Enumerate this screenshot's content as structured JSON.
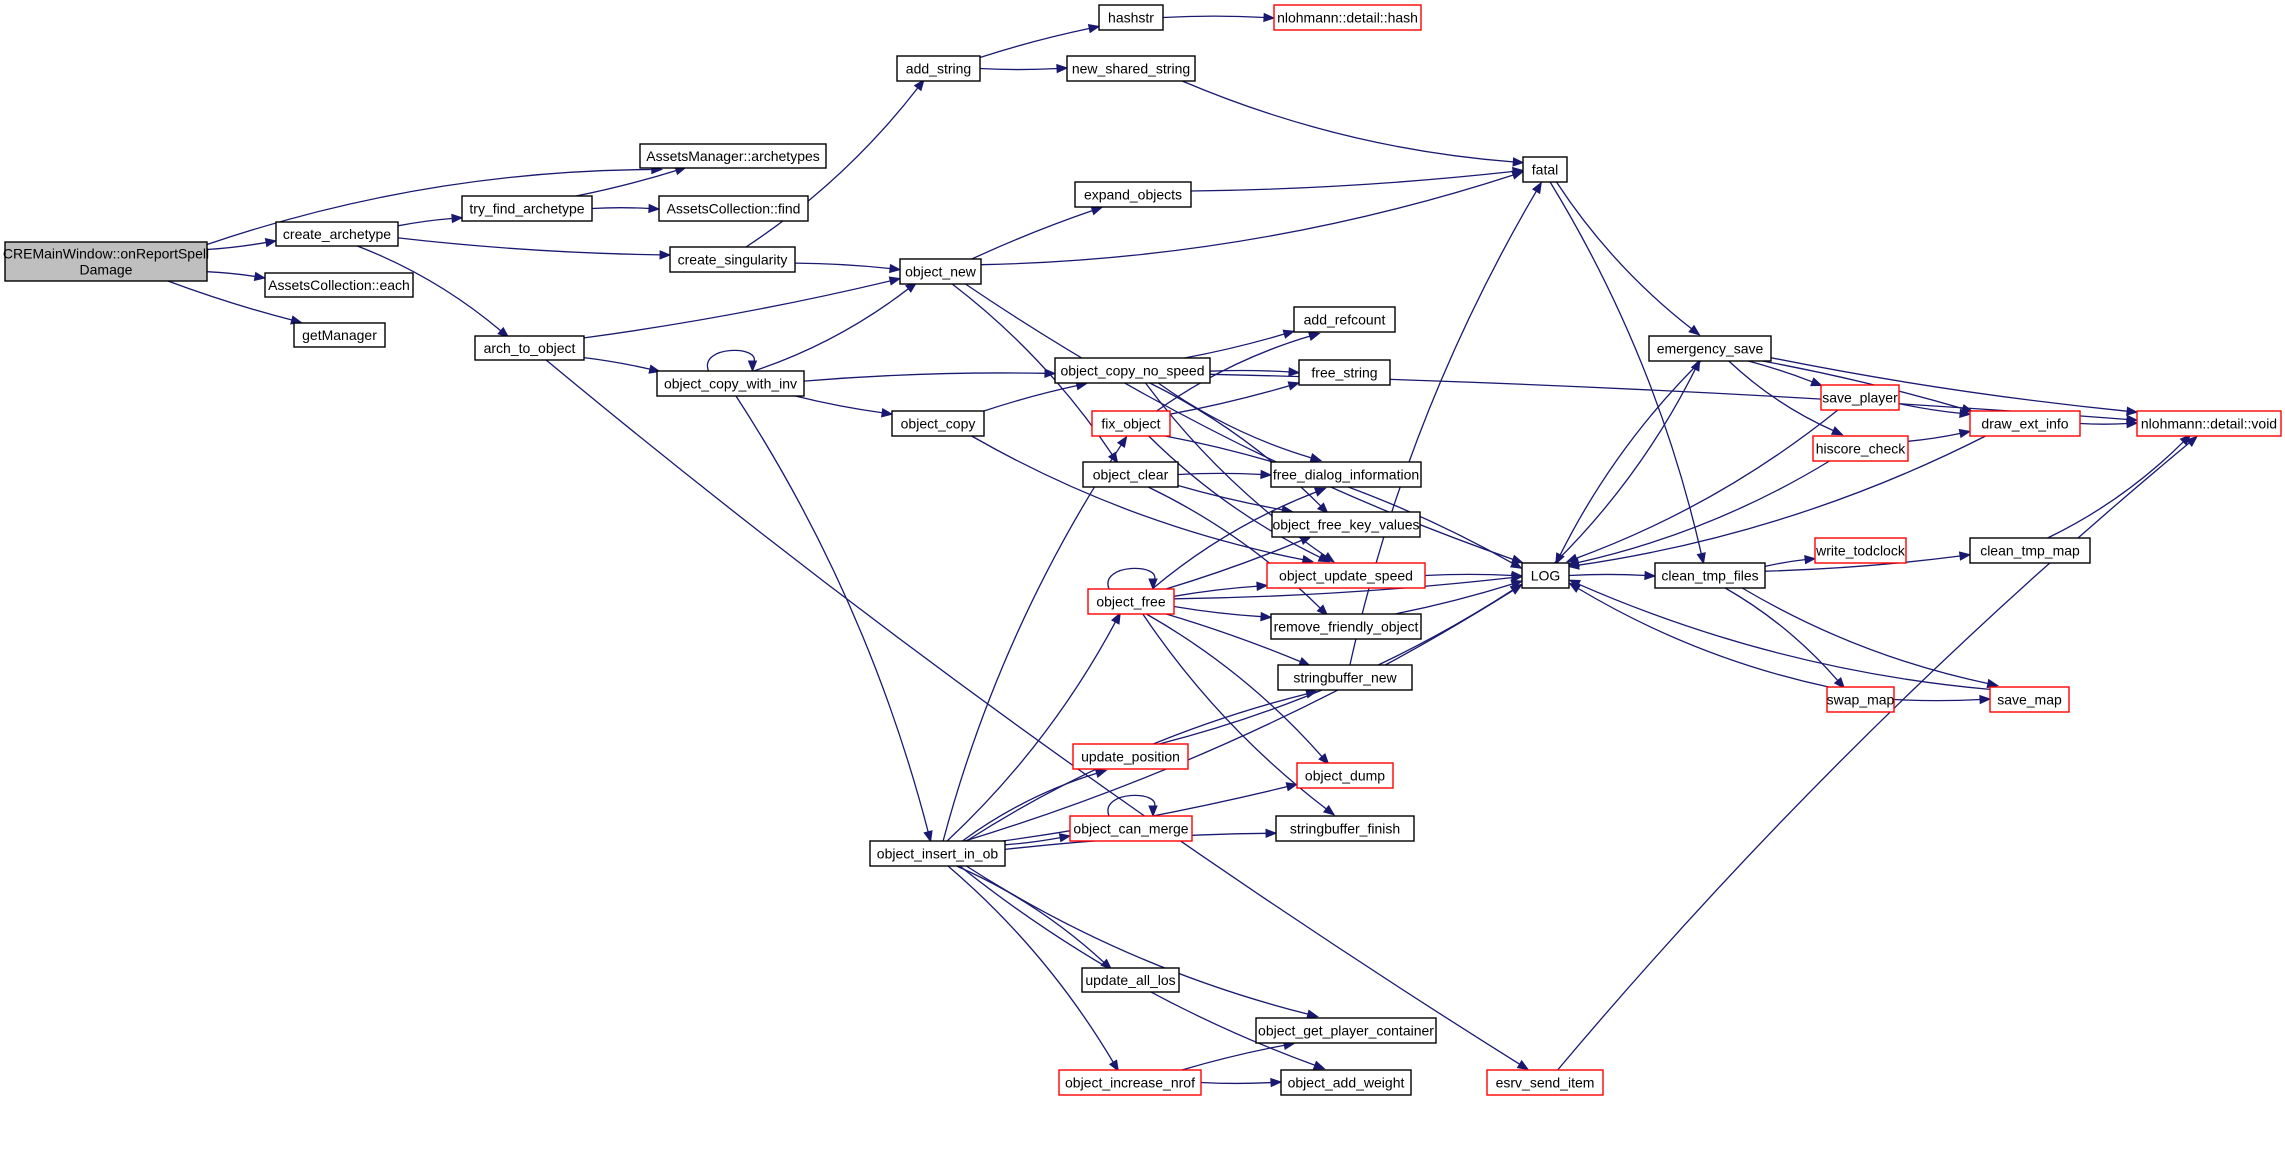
{
  "colors": {
    "edge": "#191970",
    "normal_border": "#000000",
    "red_border": "#ff0000",
    "root_fill": "#bfbfbf"
  },
  "nodes": {
    "root": {
      "lines": [
        "CREMainWindow::onReportSpell",
        "Damage"
      ],
      "style": "root"
    },
    "assets_archetypes": {
      "lines": [
        "AssetsManager::archetypes"
      ],
      "style": "normal"
    },
    "create_archetype": {
      "lines": [
        "create_archetype"
      ],
      "style": "normal"
    },
    "assets_each": {
      "lines": [
        "AssetsCollection::each"
      ],
      "style": "normal"
    },
    "getmanager": {
      "lines": [
        "getManager"
      ],
      "style": "normal"
    },
    "try_find": {
      "lines": [
        "try_find_archetype"
      ],
      "style": "normal"
    },
    "assets_find": {
      "lines": [
        "AssetsCollection::find"
      ],
      "style": "normal"
    },
    "create_singularity": {
      "lines": [
        "create_singularity"
      ],
      "style": "normal"
    },
    "arch_to_object": {
      "lines": [
        "arch_to_object"
      ],
      "style": "normal"
    },
    "add_string": {
      "lines": [
        "add_string"
      ],
      "style": "normal"
    },
    "object_copy_with_inv": {
      "lines": [
        "object_copy_with_inv"
      ],
      "style": "normal"
    },
    "hashstr": {
      "lines": [
        "hashstr"
      ],
      "style": "normal"
    },
    "new_shared_string": {
      "lines": [
        "new_shared_string"
      ],
      "style": "normal"
    },
    "nlohmann_hash": {
      "lines": [
        "nlohmann::detail::hash"
      ],
      "style": "red"
    },
    "expand_objects": {
      "lines": [
        "expand_objects"
      ],
      "style": "normal"
    },
    "object_new": {
      "lines": [
        "object_new"
      ],
      "style": "normal"
    },
    "object_copy_no_speed": {
      "lines": [
        "object_copy_no_speed"
      ],
      "style": "normal"
    },
    "object_copy": {
      "lines": [
        "object_copy"
      ],
      "style": "normal"
    },
    "fix_object": {
      "lines": [
        "fix_object"
      ],
      "style": "red"
    },
    "object_clear": {
      "lines": [
        "object_clear"
      ],
      "style": "normal"
    },
    "object_free": {
      "lines": [
        "object_free"
      ],
      "style": "red"
    },
    "update_position": {
      "lines": [
        "update_position"
      ],
      "style": "red"
    },
    "object_can_merge": {
      "lines": [
        "object_can_merge"
      ],
      "style": "red"
    },
    "object_insert_in_ob": {
      "lines": [
        "object_insert_in_ob"
      ],
      "style": "normal"
    },
    "update_all_los": {
      "lines": [
        "update_all_los"
      ],
      "style": "normal"
    },
    "object_increase_nrof": {
      "lines": [
        "object_increase_nrof"
      ],
      "style": "red"
    },
    "add_refcount": {
      "lines": [
        "add_refcount"
      ],
      "style": "normal"
    },
    "free_string": {
      "lines": [
        "free_string"
      ],
      "style": "normal"
    },
    "free_dialog_information": {
      "lines": [
        "free_dialog_information"
      ],
      "style": "normal"
    },
    "object_free_key_values": {
      "lines": [
        "object_free_key_values"
      ],
      "style": "normal"
    },
    "object_update_speed": {
      "lines": [
        "object_update_speed"
      ],
      "style": "red"
    },
    "remove_friendly_object": {
      "lines": [
        "remove_friendly_object"
      ],
      "style": "normal"
    },
    "stringbuffer_new": {
      "lines": [
        "stringbuffer_new"
      ],
      "style": "normal"
    },
    "object_dump": {
      "lines": [
        "object_dump"
      ],
      "style": "red"
    },
    "stringbuffer_finish": {
      "lines": [
        "stringbuffer_finish"
      ],
      "style": "normal"
    },
    "object_get_player_container": {
      "lines": [
        "object_get_player_container"
      ],
      "style": "normal"
    },
    "object_add_weight": {
      "lines": [
        "object_add_weight"
      ],
      "style": "normal"
    },
    "fatal": {
      "lines": [
        "fatal"
      ],
      "style": "normal"
    },
    "log": {
      "lines": [
        "LOG"
      ],
      "style": "normal"
    },
    "esrv_send_item": {
      "lines": [
        "esrv_send_item"
      ],
      "style": "red"
    },
    "emergency_save": {
      "lines": [
        "emergency_save"
      ],
      "style": "normal"
    },
    "save_player": {
      "lines": [
        "save_player"
      ],
      "style": "red"
    },
    "hiscore_check": {
      "lines": [
        "hiscore_check"
      ],
      "style": "red"
    },
    "clean_tmp_files": {
      "lines": [
        "clean_tmp_files"
      ],
      "style": "normal"
    },
    "write_todclock": {
      "lines": [
        "write_todclock"
      ],
      "style": "red"
    },
    "swap_map": {
      "lines": [
        "swap_map"
      ],
      "style": "red"
    },
    "draw_ext_info": {
      "lines": [
        "draw_ext_info"
      ],
      "style": "red"
    },
    "clean_tmp_map": {
      "lines": [
        "clean_tmp_map"
      ],
      "style": "normal"
    },
    "save_map": {
      "lines": [
        "save_map"
      ],
      "style": "red"
    },
    "nlohmann_void": {
      "lines": [
        "nlohmann::detail::void"
      ],
      "style": "red"
    }
  },
  "edges": [
    [
      "root",
      "assets_archetypes"
    ],
    [
      "root",
      "create_archetype"
    ],
    [
      "root",
      "assets_each"
    ],
    [
      "root",
      "getmanager"
    ],
    [
      "create_archetype",
      "try_find"
    ],
    [
      "create_archetype",
      "create_singularity"
    ],
    [
      "create_archetype",
      "arch_to_object"
    ],
    [
      "try_find",
      "assets_archetypes"
    ],
    [
      "try_find",
      "assets_find"
    ],
    [
      "create_singularity",
      "add_string"
    ],
    [
      "create_singularity",
      "object_new"
    ],
    [
      "arch_to_object",
      "object_new"
    ],
    [
      "arch_to_object",
      "object_copy_with_inv"
    ],
    [
      "arch_to_object",
      "esrv_send_item"
    ],
    [
      "add_string",
      "hashstr"
    ],
    [
      "add_string",
      "new_shared_string"
    ],
    [
      "hashstr",
      "nlohmann_hash"
    ],
    [
      "new_shared_string",
      "fatal"
    ],
    [
      "object_copy_with_inv",
      "object_copy_with_inv"
    ],
    [
      "object_copy_with_inv",
      "object_new"
    ],
    [
      "object_copy_with_inv",
      "object_copy_no_speed"
    ],
    [
      "object_copy_with_inv",
      "object_copy"
    ],
    [
      "object_copy_with_inv",
      "object_insert_in_ob"
    ],
    [
      "object_new",
      "fatal"
    ],
    [
      "object_new",
      "expand_objects"
    ],
    [
      "object_new",
      "log"
    ],
    [
      "object_new",
      "object_clear"
    ],
    [
      "expand_objects",
      "fatal"
    ],
    [
      "object_copy",
      "object_copy_no_speed"
    ],
    [
      "object_copy",
      "object_update_speed"
    ],
    [
      "object_copy_no_speed",
      "nlohmann_void"
    ],
    [
      "object_copy_no_speed",
      "add_refcount"
    ],
    [
      "object_copy_no_speed",
      "free_string"
    ],
    [
      "object_copy_no_speed",
      "free_dialog_information"
    ],
    [
      "object_copy_no_speed",
      "object_free_key_values"
    ],
    [
      "object_copy_no_speed",
      "object_update_speed"
    ],
    [
      "fix_object",
      "add_refcount"
    ],
    [
      "fix_object",
      "free_string"
    ],
    [
      "fix_object",
      "log"
    ],
    [
      "fix_object",
      "object_update_speed"
    ],
    [
      "object_clear",
      "free_dialog_information"
    ],
    [
      "object_clear",
      "object_free_key_values"
    ],
    [
      "object_clear",
      "remove_friendly_object"
    ],
    [
      "object_free",
      "object_free"
    ],
    [
      "object_free",
      "free_dialog_information"
    ],
    [
      "object_free",
      "object_free_key_values"
    ],
    [
      "object_free",
      "object_update_speed"
    ],
    [
      "object_free",
      "remove_friendly_object"
    ],
    [
      "object_free",
      "stringbuffer_new"
    ],
    [
      "object_free",
      "log"
    ],
    [
      "object_free",
      "object_dump"
    ],
    [
      "object_free",
      "stringbuffer_finish"
    ],
    [
      "object_can_merge",
      "object_can_merge"
    ],
    [
      "update_position",
      "log"
    ],
    [
      "object_insert_in_ob",
      "fix_object"
    ],
    [
      "object_insert_in_ob",
      "object_free"
    ],
    [
      "object_insert_in_ob",
      "stringbuffer_new"
    ],
    [
      "object_insert_in_ob",
      "object_dump"
    ],
    [
      "object_insert_in_ob",
      "update_position"
    ],
    [
      "object_insert_in_ob",
      "object_can_merge"
    ],
    [
      "object_insert_in_ob",
      "stringbuffer_finish"
    ],
    [
      "object_insert_in_ob",
      "log"
    ],
    [
      "object_insert_in_ob",
      "update_all_los"
    ],
    [
      "object_insert_in_ob",
      "object_get_player_container"
    ],
    [
      "object_insert_in_ob",
      "object_increase_nrof"
    ],
    [
      "object_insert_in_ob",
      "object_add_weight"
    ],
    [
      "object_increase_nrof",
      "object_get_player_container"
    ],
    [
      "object_increase_nrof",
      "object_add_weight"
    ],
    [
      "object_update_speed",
      "log"
    ],
    [
      "remove_friendly_object",
      "log"
    ],
    [
      "stringbuffer_new",
      "fatal"
    ],
    [
      "fatal",
      "emergency_save"
    ],
    [
      "fatal",
      "clean_tmp_files"
    ],
    [
      "log",
      "emergency_save"
    ],
    [
      "log",
      "clean_tmp_files"
    ],
    [
      "emergency_save",
      "log"
    ],
    [
      "emergency_save",
      "save_player"
    ],
    [
      "emergency_save",
      "hiscore_check"
    ],
    [
      "emergency_save",
      "draw_ext_info"
    ],
    [
      "emergency_save",
      "nlohmann_void"
    ],
    [
      "save_player",
      "log"
    ],
    [
      "save_player",
      "draw_ext_info"
    ],
    [
      "hiscore_check",
      "log"
    ],
    [
      "hiscore_check",
      "draw_ext_info"
    ],
    [
      "draw_ext_info",
      "log"
    ],
    [
      "draw_ext_info",
      "nlohmann_void"
    ],
    [
      "clean_tmp_files",
      "write_todclock"
    ],
    [
      "clean_tmp_files",
      "clean_tmp_map"
    ],
    [
      "clean_tmp_files",
      "swap_map"
    ],
    [
      "clean_tmp_files",
      "save_map"
    ],
    [
      "swap_map",
      "log"
    ],
    [
      "swap_map",
      "save_map"
    ],
    [
      "save_map",
      "log"
    ],
    [
      "clean_tmp_map",
      "nlohmann_void"
    ],
    [
      "esrv_send_item",
      "nlohmann_void"
    ]
  ]
}
